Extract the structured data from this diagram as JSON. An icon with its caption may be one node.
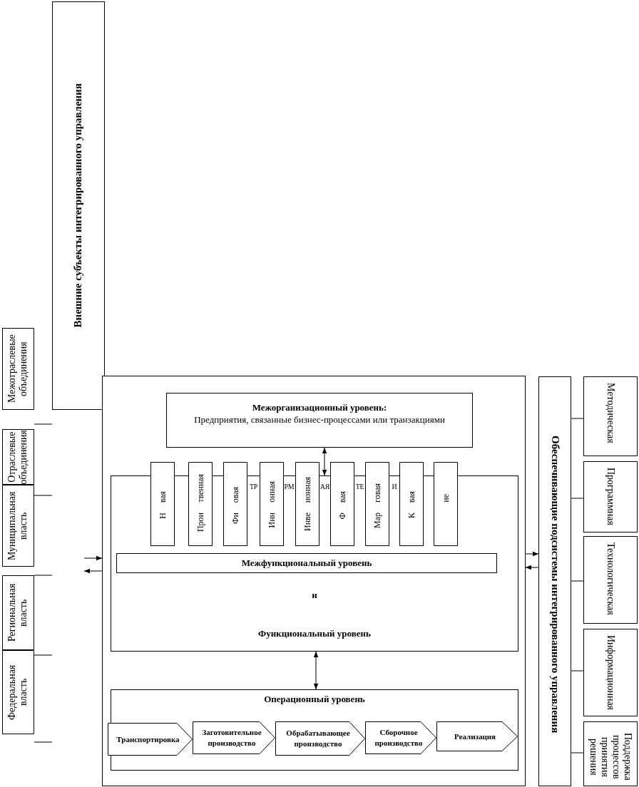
{
  "diagram": {
    "nodes": [
      {
        "text": [
          "Внешние субъекты интегрированного управления"
        ]
      },
      {
        "text": [
          "Межотраслевые объединения"
        ]
      },
      {
        "text": [
          "Отраслевые объединения"
        ]
      },
      {
        "text": [
          "Муниципальная власть"
        ]
      },
      {
        "text": [
          "Региональная власть"
        ]
      },
      {
        "text": [
          "Федеральная власть"
        ]
      },
      {
        "text": [],
        "shape": "box"
      },
      {
        "text": [
          "Межорганизационный уровень:",
          "Предприятия, связанные бизнес-процессами или транзакциями"
        ],
        "in": 6
      },
      {
        "text": [
          "и",
          "Функциональный уровень"
        ],
        "in": 6
      },
      {
        "text": [
          "вая",
          "Н"
        ],
        "in": 6
      },
      {
        "text": [
          "твенная",
          "Прои"
        ],
        "in": 6
      },
      {
        "text": [
          "овая",
          "Фи"
        ],
        "in": 6
      },
      {
        "text": [
          "онная",
          "Инн"
        ],
        "in": 6
      },
      {
        "text": [
          "ионная",
          "Инве"
        ],
        "in": 6
      },
      {
        "text": [
          "вая",
          "Ф"
        ],
        "in": 6
      },
      {
        "text": [
          "говая",
          "Мар"
        ],
        "in": 6
      },
      {
        "text": [
          "вая",
          "К"
        ],
        "in": 6
      },
      {
        "text": [
          "ие"
        ],
        "in": 6
      },
      {
        "text": [
          "Межфункциональный уровень"
        ],
        "in": 8
      },
      {
        "text": [
          "Операционный уровень"
        ],
        "in": 6
      },
      {
        "text": [
          "Транспортировка"
        ],
        "in": 19
      },
      {
        "text": [
          "Заготовительное производство"
        ],
        "in": 19
      },
      {
        "text": [
          "Обрабатывающее производство"
        ],
        "in": 19
      },
      {
        "text": [
          "Сборочное производство"
        ],
        "in": 19
      },
      {
        "text": [
          "Реализация"
        ],
        "in": 19
      },
      {
        "text": [
          "Обеспечивающие подсистемы интегрированного управления"
        ]
      },
      {
        "text": [
          "Методическая"
        ]
      },
      {
        "text": [
          "Программная"
        ]
      },
      {
        "text": [
          "Технологическая"
        ]
      },
      {
        "text": [
          "Информационная"
        ]
      },
      {
        "text": [
          "Поддержка процессов принятия решения"
        ]
      }
    ],
    "edges": [
      {
        "from": 7,
        "to": 8,
        "arrow": "both"
      },
      {
        "from": 8,
        "to": 19,
        "arrow": "both"
      },
      {
        "from": null,
        "to": 6,
        "arrow": "to"
      },
      {
        "from": 6,
        "to": null,
        "arrow": "to"
      },
      {
        "from": 6,
        "to": 25,
        "arrow": "to"
      },
      {
        "from": 25,
        "to": 6,
        "arrow": "to"
      },
      {
        "from": 25,
        "to": 26,
        "arrow": "none"
      },
      {
        "from": 25,
        "to": 27,
        "arrow": "none"
      },
      {
        "from": 25,
        "to": 28,
        "arrow": "none"
      },
      {
        "from": 25,
        "to": 29,
        "arrow": "none"
      },
      {
        "from": 25,
        "to": 30,
        "arrow": "none"
      },
      {
        "from": 3,
        "to": null,
        "arrow": "none"
      },
      {
        "from": 4,
        "to": null,
        "arrow": "none"
      },
      {
        "from": 5,
        "to": null,
        "arrow": "none"
      }
    ],
    "labels": [
      "ТР",
      "РМ",
      "АЯ",
      "ТЕ",
      "И"
    ]
  }
}
